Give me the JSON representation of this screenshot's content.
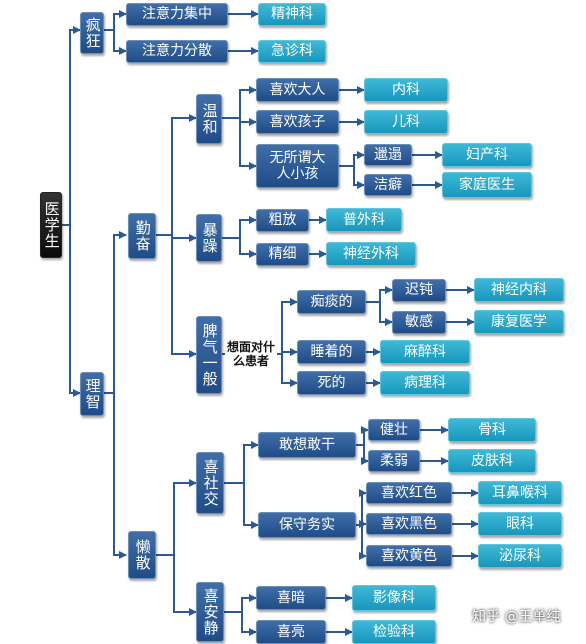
{
  "root": "医学生",
  "branch_crazy": "疯狂",
  "crazy_children": [
    {
      "trait": "注意力集中",
      "dept": "精神科"
    },
    {
      "trait": "注意力分散",
      "dept": "急诊科"
    }
  ],
  "branch_rational": "理智",
  "diligent": "勤奋",
  "gentle": "温和",
  "like_adults": "喜欢大人",
  "internal_medicine": "内科",
  "like_kids": "喜欢孩子",
  "pediatrics": "儿科",
  "whatever": "无所谓大人小孩",
  "sloppy": "邋遢",
  "obgyn": "妇产科",
  "clean": "洁癖",
  "family_doctor": "家庭医生",
  "irritable": "暴躁",
  "rough": "粗放",
  "general_surgery": "普外科",
  "fine": "精细",
  "neurosurgery": "神经外科",
  "average_temper": "脾气一般",
  "edge_label": "想面对什么患者",
  "sick": "痴痰的",
  "slow": "迟钝",
  "neurology": "神经内科",
  "sensitive": "敏感",
  "rehab": "康复医学",
  "sleeping": "睡着的",
  "anesthesia": "麻醉科",
  "dead": "死的",
  "pathology": "病理科",
  "lazy": "懒散",
  "social": "喜社交",
  "bold": "敢想敢干",
  "strong": "健壮",
  "orthopedics": "骨科",
  "soft": "柔弱",
  "dermatology": "皮肤科",
  "conservative": "保守务实",
  "like_red": "喜欢红色",
  "ent": "耳鼻喉科",
  "like_black": "喜欢黑色",
  "ophthalmology": "眼科",
  "like_yellow": "喜欢黄色",
  "urology": "泌尿科",
  "quiet": "喜安静",
  "like_dark": "喜暗",
  "imaging": "影像科",
  "like_bright": "喜亮",
  "lab": "检验科",
  "watermark": "知乎 @王单纯",
  "colors": {
    "dark_box": "#2a5a96",
    "light_box": "#23a6c9",
    "root_box": "#111111",
    "line": "#2a5a96"
  }
}
